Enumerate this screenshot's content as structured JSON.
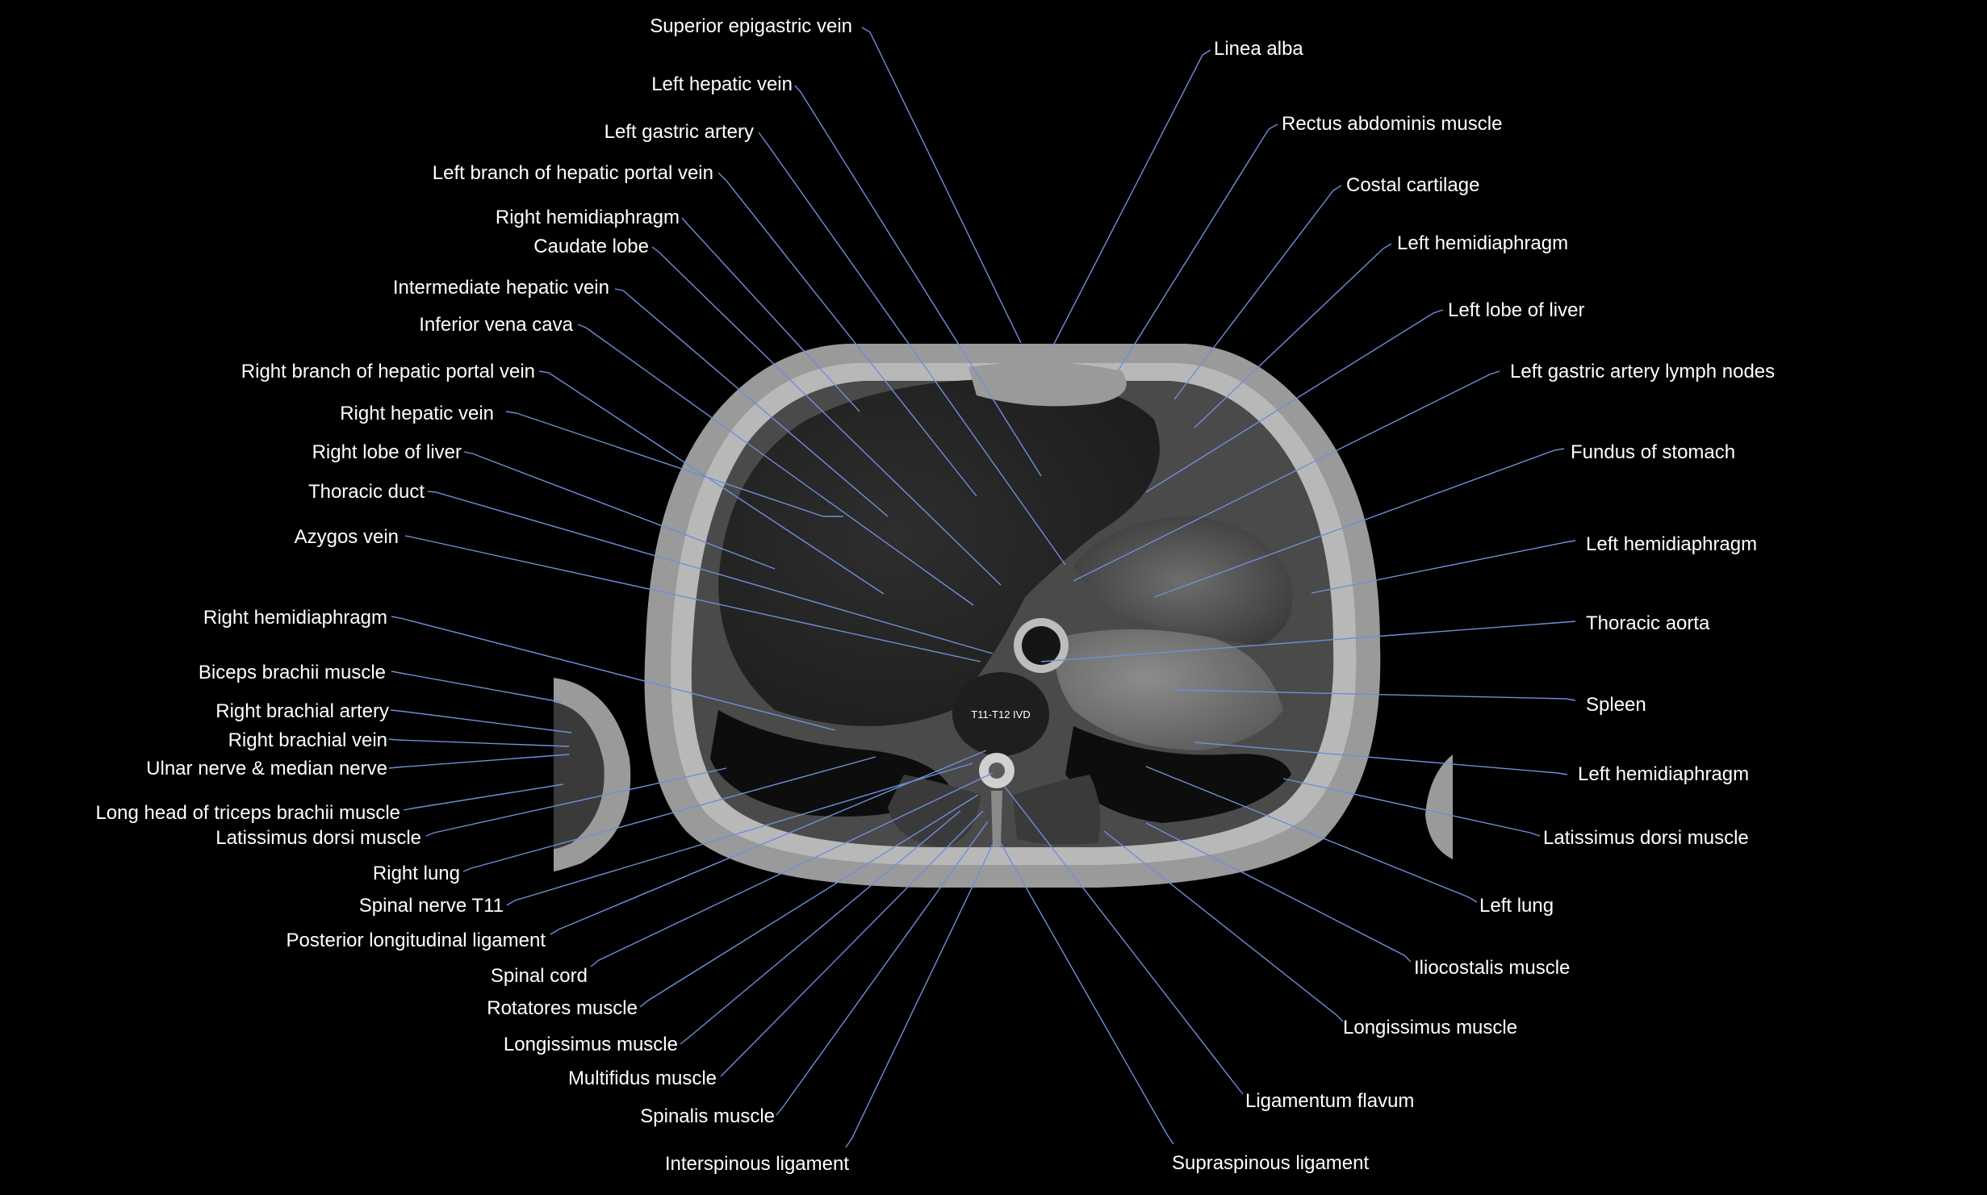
{
  "image": {
    "background_color": "#000000",
    "leader_line_color": "#6f8fd8",
    "label_color": "#ffffff",
    "level_label": "T11-T12 IVD"
  },
  "labels_left": [
    "Superior epigastric vein",
    "Left hepatic vein",
    "Left gastric artery",
    "Left branch of hepatic portal vein",
    "Right hemidiaphragm",
    "Caudate lobe",
    "Intermediate hepatic vein",
    "Inferior vena cava",
    "Right branch of hepatic portal vein",
    "Right hepatic vein",
    "Right lobe of liver",
    "Thoracic duct",
    "Azygos vein",
    "Right hemidiaphragm",
    "Biceps brachii muscle",
    "Right brachial artery",
    "Right brachial vein",
    "Ulnar nerve & median nerve",
    "Long head of triceps brachii muscle",
    "Latissimus dorsi muscle",
    "Right lung",
    "Spinal nerve T11",
    "Posterior longitudinal ligament",
    "Spinal cord",
    "Rotatores muscle",
    "Longissimus muscle",
    "Multifidus muscle",
    "Spinalis muscle",
    "Interspinous ligament"
  ],
  "labels_right": [
    "Linea alba",
    "Rectus abdominis muscle",
    "Costal cartilage",
    "Left hemidiaphragm",
    "Left lobe of liver",
    "Left gastric artery lymph nodes",
    "Fundus of stomach",
    "Left hemidiaphragm",
    "Thoracic aorta",
    "Spleen",
    "Left hemidiaphragm",
    "Latissimus dorsi muscle",
    "Left lung",
    "Iliocostalis muscle",
    "Longissimus muscle",
    "Ligamentum flavum",
    "Supraspinous ligament"
  ]
}
